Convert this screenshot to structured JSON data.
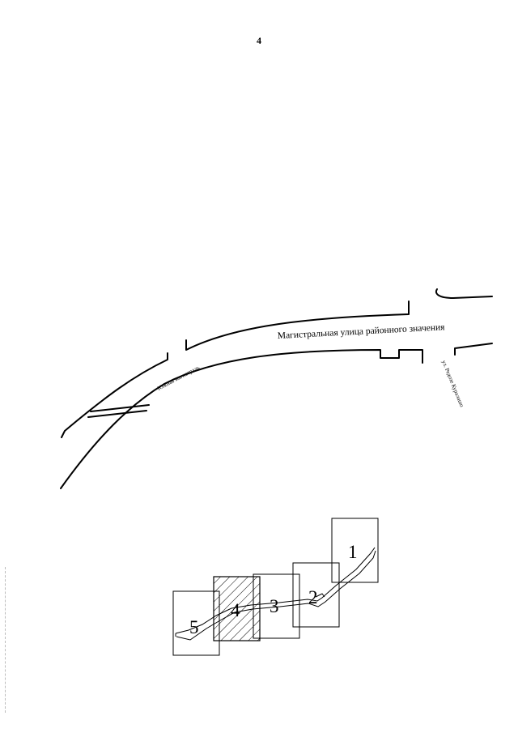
{
  "page": {
    "number": "4"
  },
  "street_map": {
    "main_street_label": "Магистральная улица районного значения",
    "south_highway_label": "Южная магистраль",
    "side_street_label": "ул. Редозе Куралашо"
  },
  "key_map": {
    "frames": [
      {
        "label": "1",
        "hatched": false
      },
      {
        "label": "2",
        "hatched": false
      },
      {
        "label": "3",
        "hatched": false
      },
      {
        "label": "4",
        "hatched": true
      },
      {
        "label": "5",
        "hatched": false
      }
    ]
  }
}
